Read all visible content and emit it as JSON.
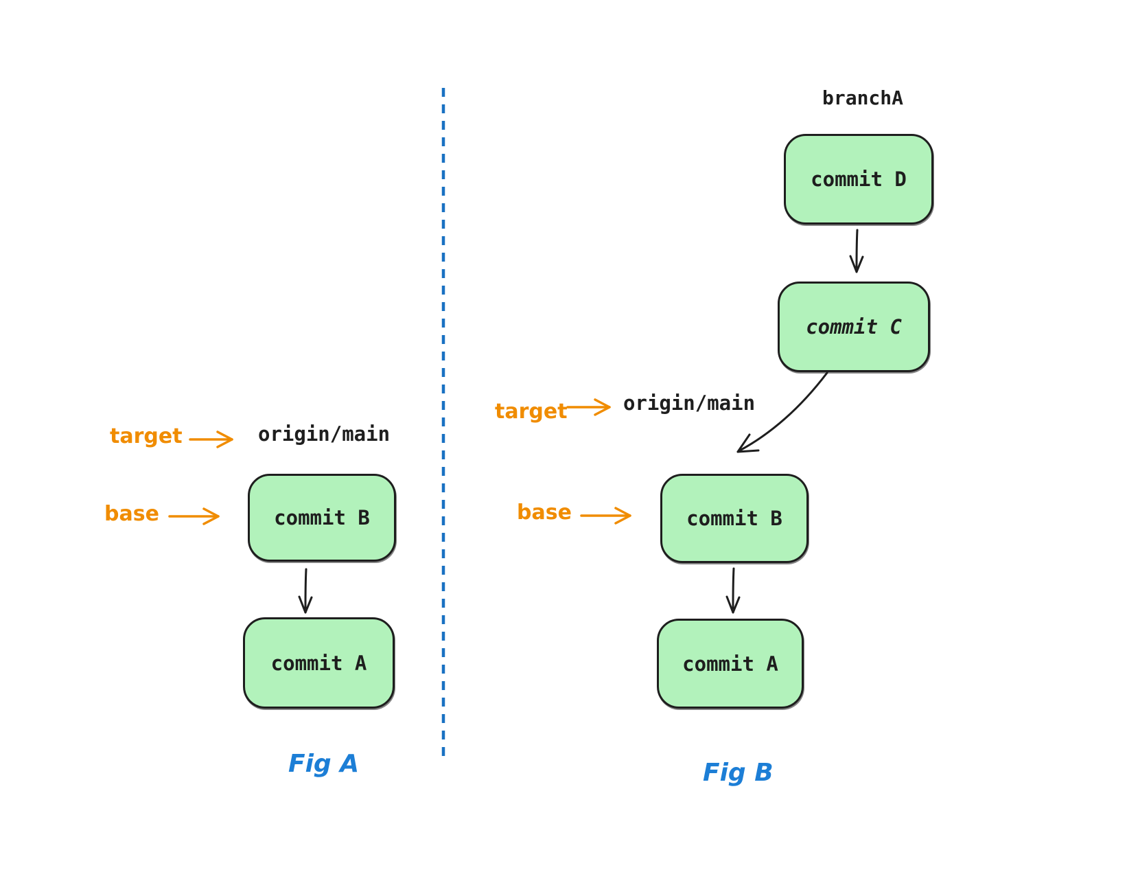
{
  "colors": {
    "node_fill": "#b2f2bb",
    "node_border": "#1e1e1e",
    "text": "#1e1e1e",
    "accent_orange": "#f08c00",
    "accent_blue": "#1c7ed6",
    "divider_blue": "#1971c2"
  },
  "fig_a": {
    "caption": "Fig A",
    "target_label": "target",
    "base_label": "base",
    "branch_ref": "origin/main",
    "nodes": {
      "commit_b": "commit B",
      "commit_a": "commit A"
    },
    "edges": [
      "commit B -> commit A"
    ],
    "pointers": [
      "target -> origin/main",
      "base -> commit B"
    ]
  },
  "fig_b": {
    "caption": "Fig B",
    "branch_label": "branchA",
    "target_label": "target",
    "base_label": "base",
    "branch_ref": "origin/main",
    "nodes": {
      "commit_d": "commit D",
      "commit_c": "commit C",
      "commit_b": "commit B",
      "commit_a": "commit A"
    },
    "edges": [
      "commit D -> commit C",
      "commit C -> commit B",
      "commit B -> commit A"
    ],
    "pointers": [
      "target -> origin/main",
      "base -> commit B"
    ]
  }
}
